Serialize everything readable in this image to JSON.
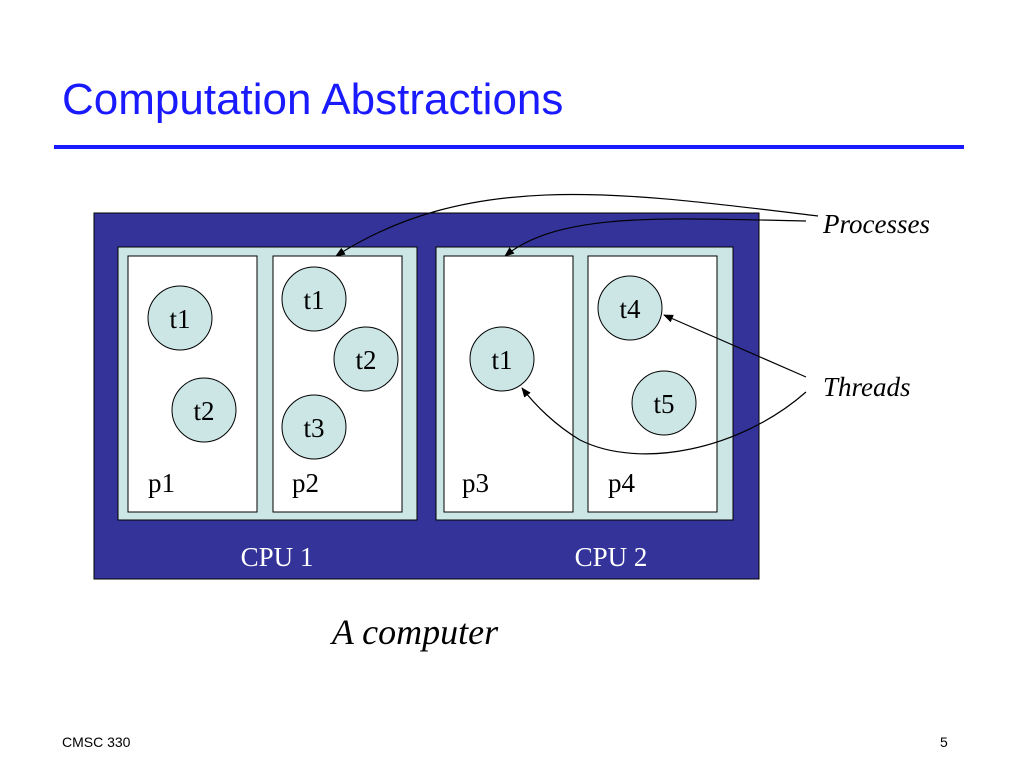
{
  "slide": {
    "title": "Computation Abstractions",
    "footer_left": "CMSC 330",
    "page_number": "5"
  },
  "diagram": {
    "caption": "A computer",
    "callouts": {
      "processes": "Processes",
      "threads": "Threads"
    },
    "cpus": [
      {
        "label": "CPU 1",
        "processes": [
          {
            "label": "p1",
            "threads": [
              "t1",
              "t2"
            ]
          },
          {
            "label": "p2",
            "threads": [
              "t1",
              "t2",
              "t3"
            ]
          }
        ]
      },
      {
        "label": "CPU 2",
        "processes": [
          {
            "label": "p3",
            "threads": [
              "t1"
            ]
          },
          {
            "label": "p4",
            "threads": [
              "t4",
              "t5"
            ]
          }
        ]
      }
    ],
    "colors": {
      "computer_fill": "#333399",
      "cpu_fill": "#cce6e6",
      "process_fill": "#ffffff",
      "thread_fill": "#cce6e6",
      "title_color": "#1a1aff"
    }
  }
}
